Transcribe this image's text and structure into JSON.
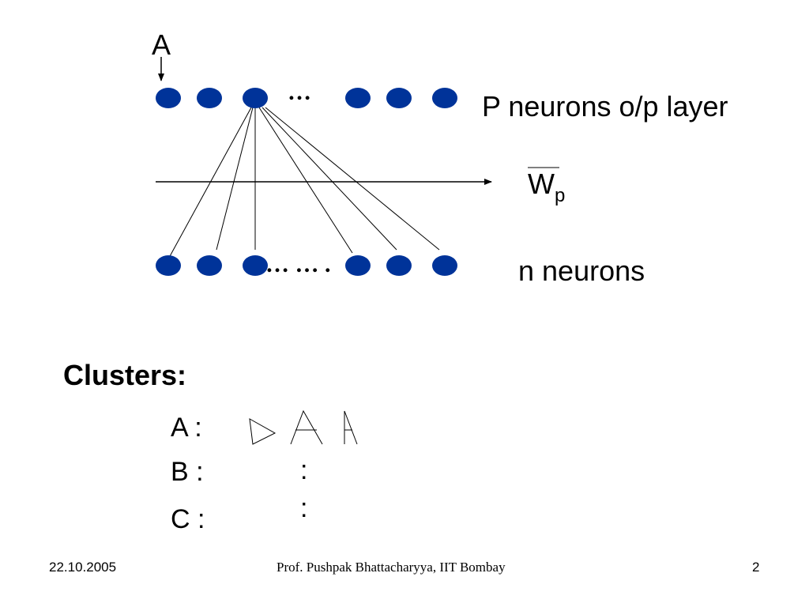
{
  "diagram": {
    "input_label": "A",
    "output_layer_dots": "…",
    "output_layer_label": "P neurons o/p layer",
    "weight_label_main": "W",
    "weight_label_sub": "p",
    "input_layer_dots": "… … .",
    "input_layer_label": "n neurons",
    "neuron_color": "#003399"
  },
  "clusters": {
    "heading": "Clusters:",
    "rows": [
      {
        "label": "A :"
      },
      {
        "label": "B :"
      },
      {
        "label": "C :"
      }
    ],
    "continuation_b": ":",
    "continuation_c": ":"
  },
  "footer": {
    "date": "22.10.2005",
    "author": "Prof. Pushpak Bhattacharyya, IIT Bombay",
    "page_number": "2"
  }
}
